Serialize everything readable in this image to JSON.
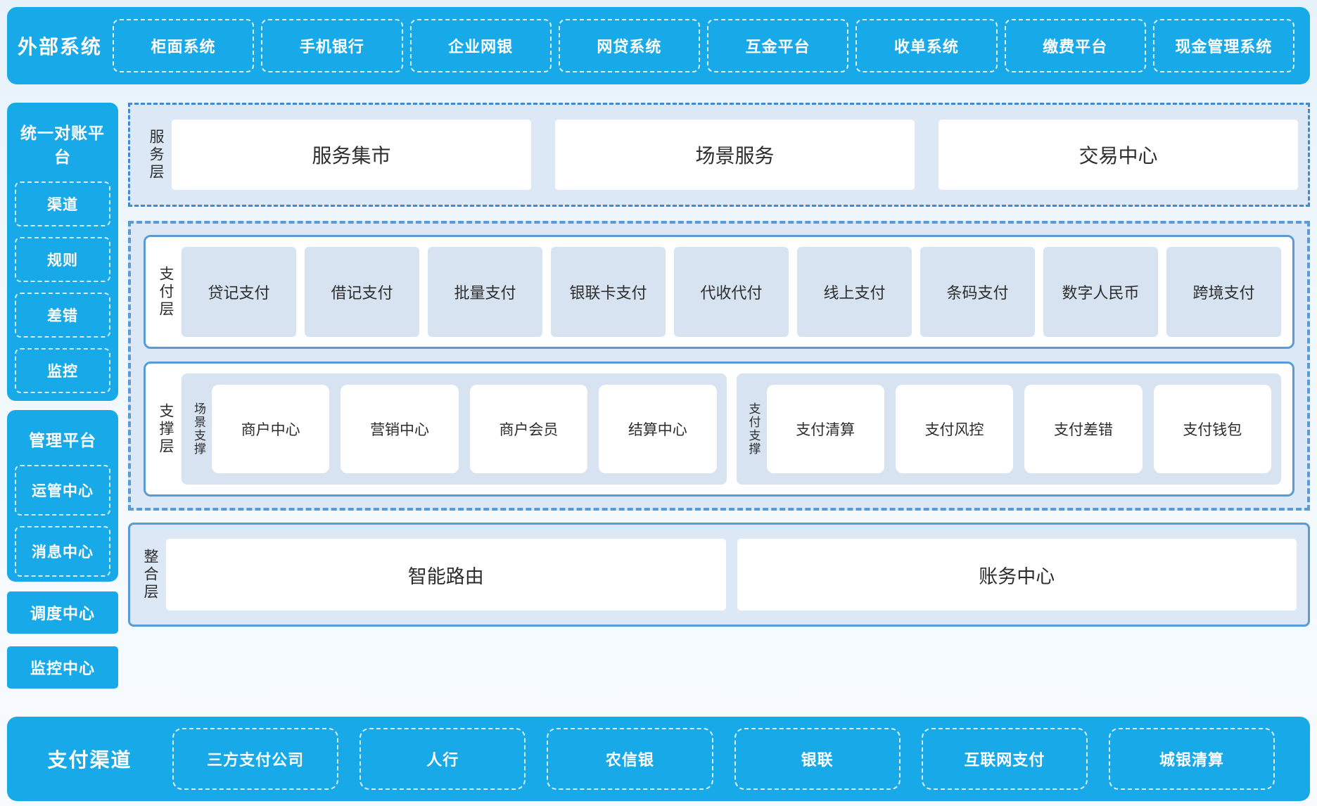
{
  "colors": {
    "solid_blue": "#18a9e8",
    "panel_bg": "#dde8f6",
    "item_bg": "#d8e3f2",
    "border_blue": "#5b9bd5",
    "dashdot_blue": "#3f8ad0",
    "text_dark": "#2d2d2d",
    "text_white": "#ffffff"
  },
  "top_bar": {
    "title": "外部系统",
    "items": [
      "柜面系统",
      "手机银行",
      "企业网银",
      "网贷系统",
      "互金平台",
      "收单系统",
      "缴费平台",
      "现金管理系统"
    ]
  },
  "sidebar": {
    "reconciliation": {
      "title": "统一对账平台",
      "items": [
        "渠道",
        "规则",
        "差错",
        "监控"
      ]
    },
    "management": {
      "title": "管理平台",
      "items": [
        "运管中心",
        "消息中心"
      ]
    },
    "solo_blocks": [
      "调度中心",
      "监控中心"
    ]
  },
  "layers": {
    "service": {
      "label": "服务层",
      "items": [
        "服务集市",
        "场景服务",
        "交易中心"
      ]
    },
    "payment": {
      "label": "支付层",
      "items": [
        "贷记支付",
        "借记支付",
        "批量支付",
        "银联卡支付",
        "代收代付",
        "线上支付",
        "条码支付",
        "数字人民币",
        "跨境支付"
      ]
    },
    "support": {
      "label": "支撑层",
      "groups": [
        {
          "label": "场景支撑",
          "items": [
            "商户中心",
            "营销中心",
            "商户会员",
            "结算中心"
          ]
        },
        {
          "label": "支付支撑",
          "items": [
            "支付清算",
            "支付风控",
            "支付差错",
            "支付钱包"
          ]
        }
      ]
    },
    "integration": {
      "label": "整合层",
      "items": [
        "智能路由",
        "账务中心"
      ]
    }
  },
  "bottom_bar": {
    "title": "支付渠道",
    "items": [
      "三方支付公司",
      "人行",
      "农信银",
      "银联",
      "互联网支付",
      "城银清算"
    ]
  }
}
